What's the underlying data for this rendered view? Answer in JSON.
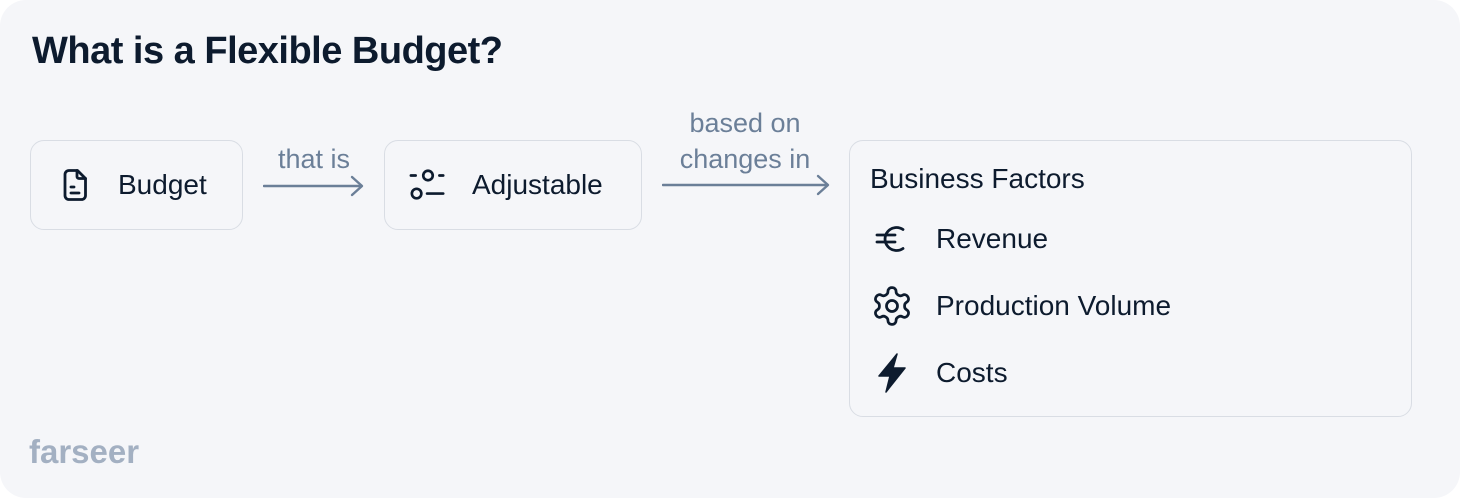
{
  "title": "What is a Flexible Budget?",
  "nodes": [
    {
      "label": "Budget",
      "icon": "document-icon"
    },
    {
      "label": "Adjustable",
      "icon": "adjust-sliders-icon"
    }
  ],
  "edges": [
    {
      "label": "that is"
    },
    {
      "label_line1": "based on",
      "label_line2": "changes in"
    }
  ],
  "factors": {
    "title": "Business Factors",
    "items": [
      {
        "label": "Revenue",
        "icon": "euro-icon"
      },
      {
        "label": "Production Volume",
        "icon": "gear-icon"
      },
      {
        "label": "Costs",
        "icon": "lightning-bolt-icon"
      }
    ]
  },
  "brand": {
    "logo_text": "farseer"
  },
  "colors": {
    "background": "#f5f6f9",
    "border": "#d9dde4",
    "text": "#0d1b2e",
    "edge_text": "#6b7f98",
    "arrow": "#6b7f98",
    "logo": "#a3b0c2"
  }
}
